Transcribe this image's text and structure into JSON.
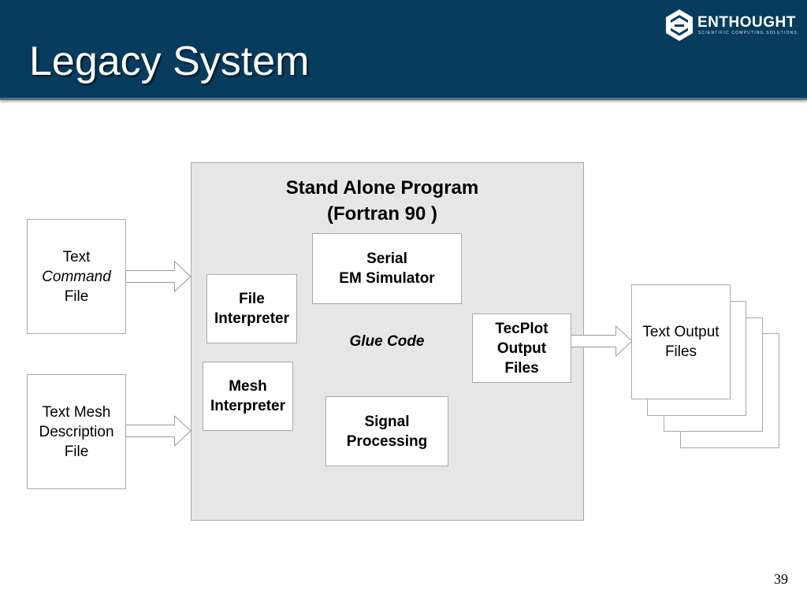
{
  "slide": {
    "title": "Legacy System",
    "page_number": "39"
  },
  "logo": {
    "wordmark_prefix": "EN",
    "wordmark_suffix": "THOUGHT",
    "tagline": "SCIENTIFIC COMPUTING SOLUTIONS",
    "icon": "enthought-e-logo-icon"
  },
  "colors": {
    "header_bg": "#073c5e",
    "program_bg": "#e6e6e6"
  },
  "diagram": {
    "program": {
      "title_line1": "Stand Alone Program",
      "title_line2": "(Fortran 90 )"
    },
    "glue_code": "Glue Code",
    "inputs": {
      "command_file": {
        "line1": "Text",
        "line2": "Command",
        "line3": "File"
      },
      "mesh_file": {
        "line1": "Text Mesh",
        "line2": "Description",
        "line3": "File"
      }
    },
    "modules": {
      "file_interpreter": {
        "line1": "File",
        "line2": "Interpreter"
      },
      "mesh_interpreter": {
        "line1": "Mesh",
        "line2": "Interpreter"
      },
      "em_simulator": {
        "line1": "Serial",
        "line2": "EM Simulator"
      },
      "signal_processing": {
        "line1": "Signal",
        "line2": "Processing"
      },
      "tecplot_output": {
        "line1": "TecPlot",
        "line2": "Output",
        "line3": "Files"
      }
    },
    "outputs": {
      "text_output": {
        "line1": "Text Output",
        "line2": "Files"
      }
    },
    "arrow_icon": "block-arrow-right-icon"
  }
}
